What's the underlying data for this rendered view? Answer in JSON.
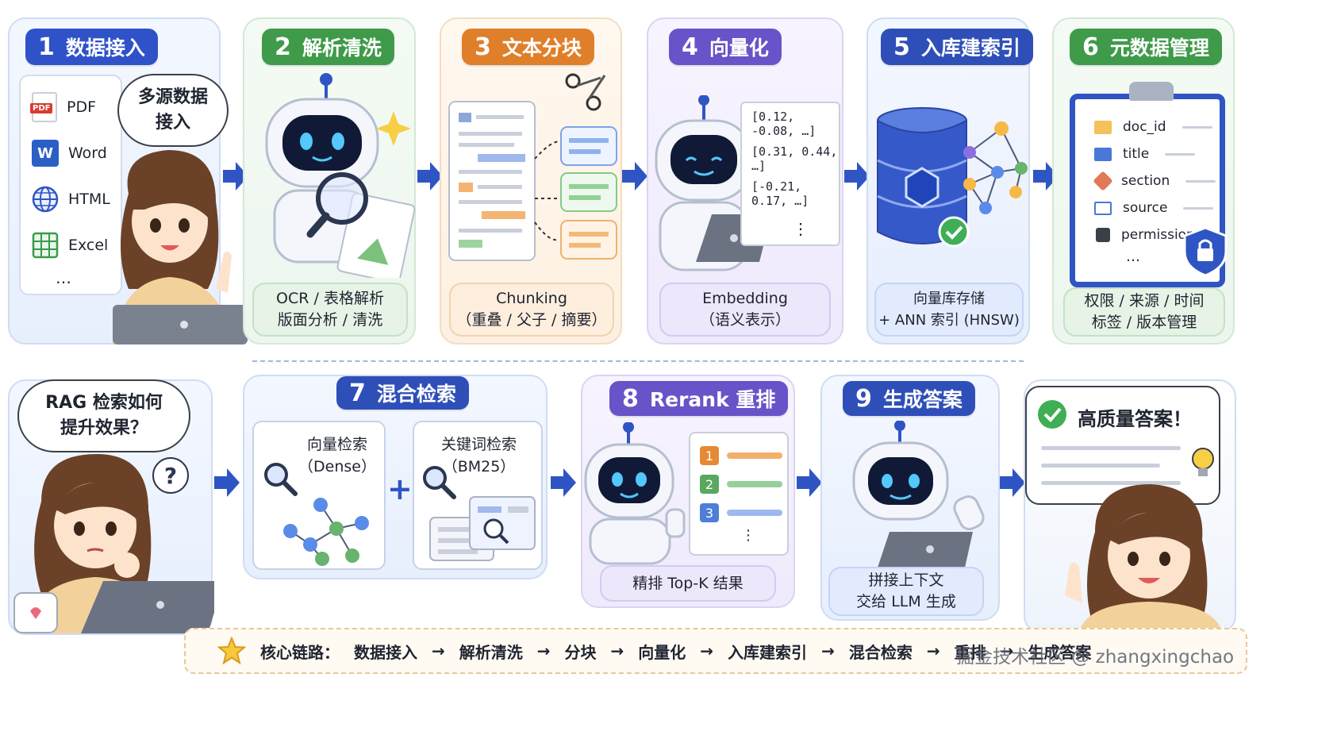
{
  "steps": {
    "s1": {
      "num": "1",
      "title": "数据接入"
    },
    "s2": {
      "num": "2",
      "title": "解析清洗"
    },
    "s3": {
      "num": "3",
      "title": "文本分块"
    },
    "s4": {
      "num": "4",
      "title": "向量化"
    },
    "s5": {
      "num": "5",
      "title": "入库建索引"
    },
    "s6": {
      "num": "6",
      "title": "元数据管理"
    },
    "s7": {
      "num": "7",
      "title": "混合检索"
    },
    "s8": {
      "num": "8",
      "title": "Rerank 重排"
    },
    "s9": {
      "num": "9",
      "title": "生成答案"
    }
  },
  "sources": [
    "PDF",
    "Word",
    "HTML",
    "Excel",
    "…"
  ],
  "source_icons": {
    "pdf": "PDF",
    "word": "W"
  },
  "bubble_top": {
    "line1": "多源数据",
    "line2": "接入"
  },
  "cap2": {
    "line1": "OCR / 表格解析",
    "line2": "版面分析 / 清洗"
  },
  "cap3": {
    "line1": "Chunking",
    "line2": "（重叠 / 父子 / 摘要）"
  },
  "vectors": [
    "[0.12, -0.08, …]",
    "[0.31, 0.44, …]",
    "[-0.21, 0.17, …]",
    "⋮"
  ],
  "cap4": {
    "line1": "Embedding",
    "line2": "（语义表示）"
  },
  "cap5": {
    "line1": "向量库存储",
    "line2": "+ ANN 索引 (HNSW)"
  },
  "metadata": [
    "doc_id",
    "title",
    "section",
    "source",
    "permission",
    "…"
  ],
  "cap6": {
    "line1": "权限 / 来源 / 时间",
    "line2": "标签 / 版本管理"
  },
  "bubble_bottom": {
    "line1": "RAG 检索如何",
    "line2": "提升效果？"
  },
  "question_mark": "?",
  "dense": {
    "line1": "向量检索",
    "line2": "（Dense）"
  },
  "sparse": {
    "line1": "关键词检索",
    "line2": "（BM25）"
  },
  "plus": "+",
  "rank_nums": [
    "1",
    "2",
    "3",
    "⋮"
  ],
  "cap8": "精排 Top-K 结果",
  "cap9": {
    "line1": "拼接上下文",
    "line2": "交给 LLM 生成"
  },
  "answer": "高质量答案！",
  "footer": {
    "label": "核心链路：",
    "chain": [
      "数据接入",
      "解析清洗",
      "分块",
      "向量化",
      "入库建索引",
      "混合检索",
      "重排",
      "生成答案"
    ],
    "sep": "→"
  },
  "watermark": "掘金技术社区 @ zhangxingchao",
  "colors": {
    "blue": "#2f52c8",
    "green": "#3f9a4a",
    "orange": "#e07f2a",
    "purple": "#6a52c8",
    "arrow": "#2f55c4"
  }
}
